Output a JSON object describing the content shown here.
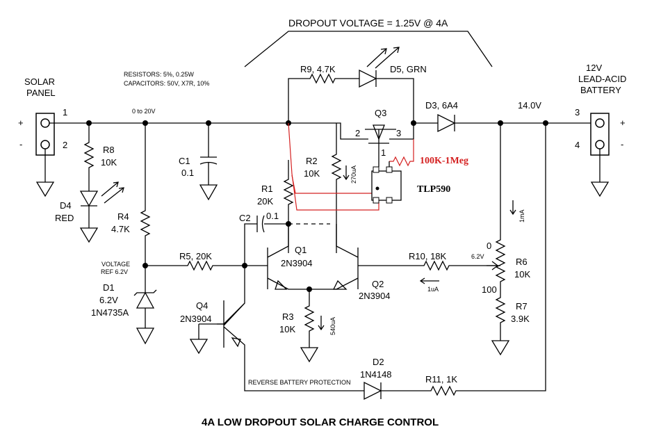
{
  "title": "4A LOW DROPOUT SOLAR CHARGE CONTROL",
  "dropout_note": "DROPOUT VOLTAGE = 1.25V @ 4A",
  "notes": {
    "resistors": "RESISTORS:   5%, 0.25W",
    "capacitors": "CAPACITORS:  50V, X7R, 10%"
  },
  "solar_panel": {
    "label_line1": "SOLAR",
    "label_line2": "PANEL",
    "pin1": "1",
    "pin2": "2",
    "plus": "+",
    "minus": "-"
  },
  "battery": {
    "label_line1": "12V",
    "label_line2": "LEAD-ACID",
    "label_line3": "BATTERY",
    "pin3": "3",
    "pin4": "4",
    "plus": "+",
    "minus": "-"
  },
  "nets": {
    "input_range": "0 to 20V",
    "battery_voltage": "14.0V",
    "voltage_ref_line1": "VOLTAGE",
    "voltage_ref_line2": "REF 6.2V",
    "wiper_voltage": "6.2V"
  },
  "components": {
    "R8": {
      "ref": "R8",
      "value": "10K"
    },
    "D4": {
      "ref": "D4",
      "value": "RED"
    },
    "R4": {
      "ref": "R4",
      "value": "4.7K"
    },
    "C1": {
      "ref": "C1",
      "value": "0.1"
    },
    "D1": {
      "ref": "D1",
      "value": "6.2V",
      "part": "1N4735A"
    },
    "R5": {
      "label": "R5, 20K"
    },
    "Q4": {
      "ref": "Q4",
      "part": "2N3904"
    },
    "C2": {
      "ref": "C2",
      "value": "0.1"
    },
    "R1": {
      "ref": "R1",
      "value": "20K"
    },
    "R2": {
      "ref": "R2",
      "value": "10K",
      "current": "270uA"
    },
    "R9": {
      "label": "R9, 4.7K"
    },
    "D5": {
      "label": "D5, GRN"
    },
    "Q3": {
      "ref": "Q3",
      "pin1": "1",
      "pin2": "2",
      "pin3": "3"
    },
    "Q1": {
      "ref": "Q1",
      "part": "2N3904"
    },
    "Q2": {
      "ref": "Q2",
      "part": "2N3904"
    },
    "R3": {
      "ref": "R3",
      "value": "10K",
      "current": "540uA"
    },
    "R10": {
      "label": "R10, 18K",
      "current": "1uA"
    },
    "R6": {
      "ref": "R6",
      "value": "10K",
      "wiper_top": "0",
      "wiper_bottom": "100"
    },
    "R7": {
      "ref": "R7",
      "value": "3.9K"
    },
    "D3": {
      "label": "D3, 6A4"
    },
    "D2": {
      "ref": "D2",
      "part": "1N4148"
    },
    "R11": {
      "label": "R11, 1K"
    },
    "divider_current": "1mA",
    "reverse_protection": "REVERSE BATTERY PROTECTION",
    "added_resistor": "100K-1Meg",
    "optocoupler": "TLP590"
  },
  "colors": {
    "wire": "#000000",
    "modification": "#d42020"
  }
}
